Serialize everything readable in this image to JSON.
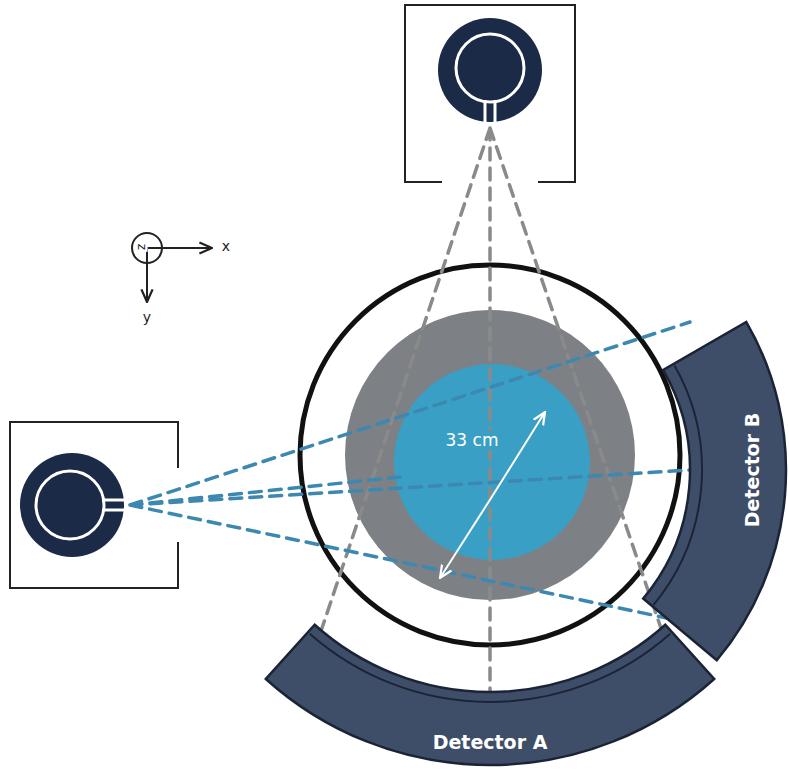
{
  "diagram": {
    "nodes": [
      {
        "text": [
          "Detector A"
        ]
      },
      {
        "text": [
          "Detector B"
        ]
      }
    ],
    "labels": [
      "33 cm",
      "z",
      "x",
      "y"
    ]
  }
}
